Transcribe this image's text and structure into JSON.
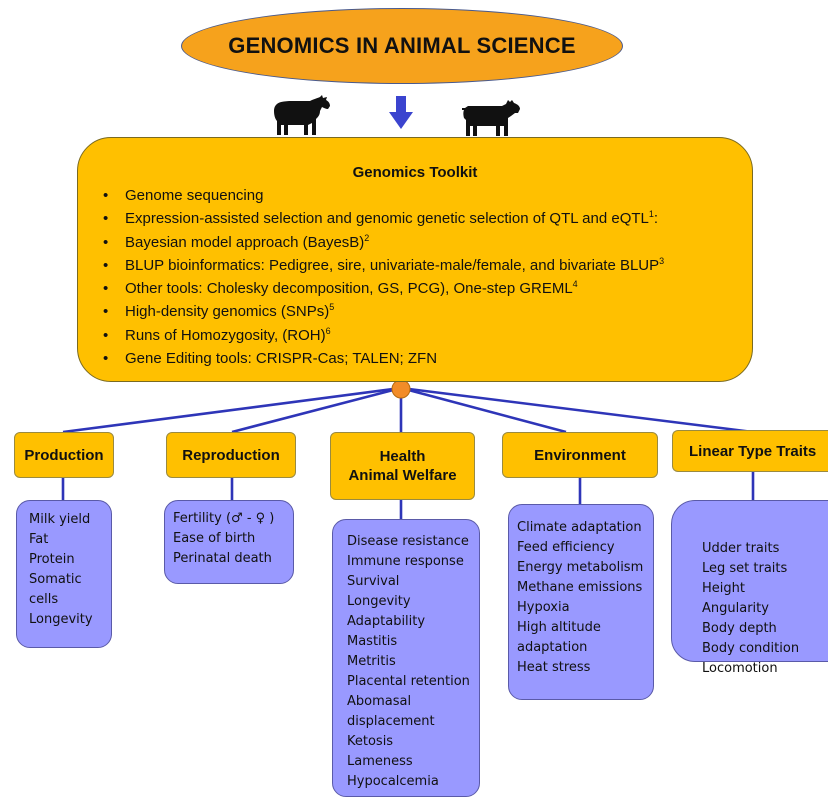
{
  "title": "GENOMICS IN ANIMAL SCIENCE",
  "toolkit": {
    "title": "Genomics Toolkit",
    "items": [
      {
        "text": "Genome sequencing",
        "sup": ""
      },
      {
        "text": "Expression-assisted selection and genomic genetic selection of QTL and eQTL",
        "sup": "1",
        "suffix": ":"
      },
      {
        "text": "Bayesian model approach (BayesB)",
        "sup": "2"
      },
      {
        "text": "BLUP bioinformatics:  Pedigree, sire, univariate-male/female, and bivariate BLUP",
        "sup": "3"
      },
      {
        "text": "Other tools: Cholesky decomposition, GS, PCG), One-step GREML",
        "sup": "4"
      },
      {
        "text": "High-density genomics (SNPs)",
        "sup": "5"
      },
      {
        "text": "Runs of Homozygosity, (ROH)",
        "sup": "6"
      },
      {
        "text": "Gene Editing tools: CRISPR-Cas; TALEN; ZFN",
        "sup": ""
      }
    ]
  },
  "categories": [
    {
      "label": "Production",
      "traits": [
        "Milk yield",
        "Fat",
        "Protein",
        "Somatic",
        "cells",
        "Longevity"
      ]
    },
    {
      "label": "Reproduction",
      "traits": [
        "Fertility (♂ - ♀ )",
        "Ease of birth",
        "Perinatal death"
      ]
    },
    {
      "label": "Health\nAnimal Welfare",
      "traits": [
        "Disease resistance",
        "Immune response",
        "Survival",
        "Longevity",
        "Adaptability",
        "Mastitis",
        "Metritis",
        "Placental retention",
        "Abomasal",
        "displacement",
        "Ketosis",
        "Lameness",
        "Hypocalcemia"
      ]
    },
    {
      "label": "Environment",
      "traits": [
        "Climate adaptation",
        "Feed efficiency",
        "Energy metabolism",
        "Methane emissions",
        "Hypoxia",
        "High altitude",
        "adaptation",
        "Heat stress"
      ]
    },
    {
      "label": "Linear Type Traits",
      "traits": [
        "Udder traits",
        "Leg set traits",
        "Height",
        "Angularity",
        "Body depth",
        "Body condition",
        "Locomotion"
      ]
    }
  ],
  "colors": {
    "title_fill": "#F6A21C",
    "toolkit_fill": "#FFC000",
    "category_fill": "#FFC000",
    "trait_fill": "#9999FF",
    "connector": "#2E35B8",
    "hub": "#F28C28",
    "arrow": "#3B44CF"
  },
  "icons": [
    "bull-icon",
    "down-arrow-icon",
    "cow-icon"
  ]
}
